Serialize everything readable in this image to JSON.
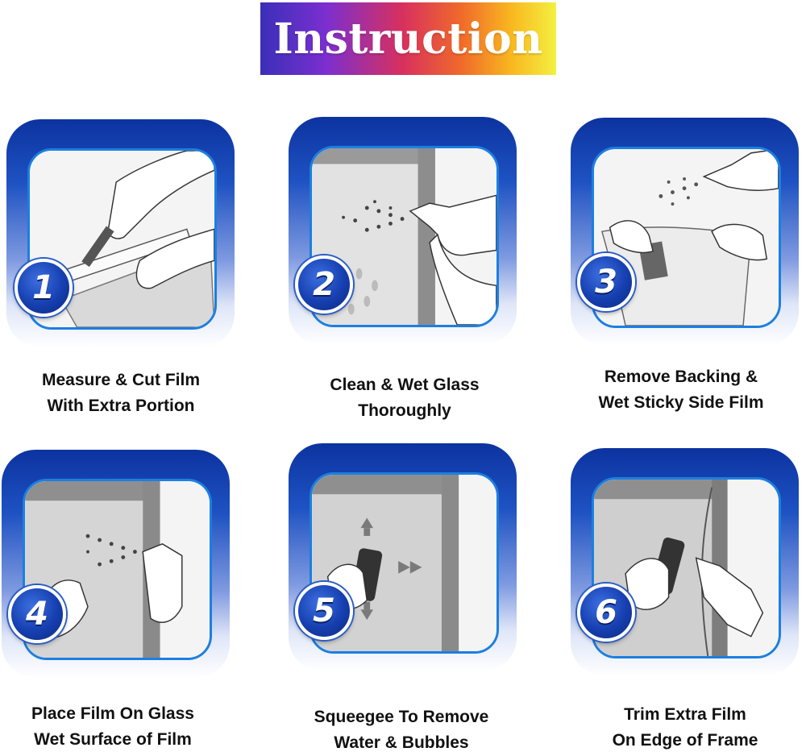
{
  "banner": {
    "title": "Instruction"
  },
  "steps": [
    {
      "number": "1",
      "line1": "Measure & Cut Film",
      "line2": "With Extra Portion",
      "icon": "knife-cut-icon"
    },
    {
      "number": "2",
      "line1": "Clean & Wet Glass",
      "line2": "Thoroughly",
      "icon": "spray-glass-icon"
    },
    {
      "number": "3",
      "line1": "Remove Backing &",
      "line2": "Wet Sticky Side Film",
      "icon": "peel-spray-icon"
    },
    {
      "number": "4",
      "line1": "Place Film On Glass",
      "line2": "Wet Surface of Film",
      "icon": "place-film-icon"
    },
    {
      "number": "5",
      "line1": "Squeegee To Remove",
      "line2": "Water & Bubbles",
      "icon": "squeegee-icon"
    },
    {
      "number": "6",
      "line1": "Trim Extra Film",
      "line2": "On Edge of Frame",
      "icon": "trim-icon"
    }
  ],
  "colors": {
    "card_top": "#0c33a0",
    "card_border": "#1c7fe0",
    "badge": "#163fb0"
  }
}
